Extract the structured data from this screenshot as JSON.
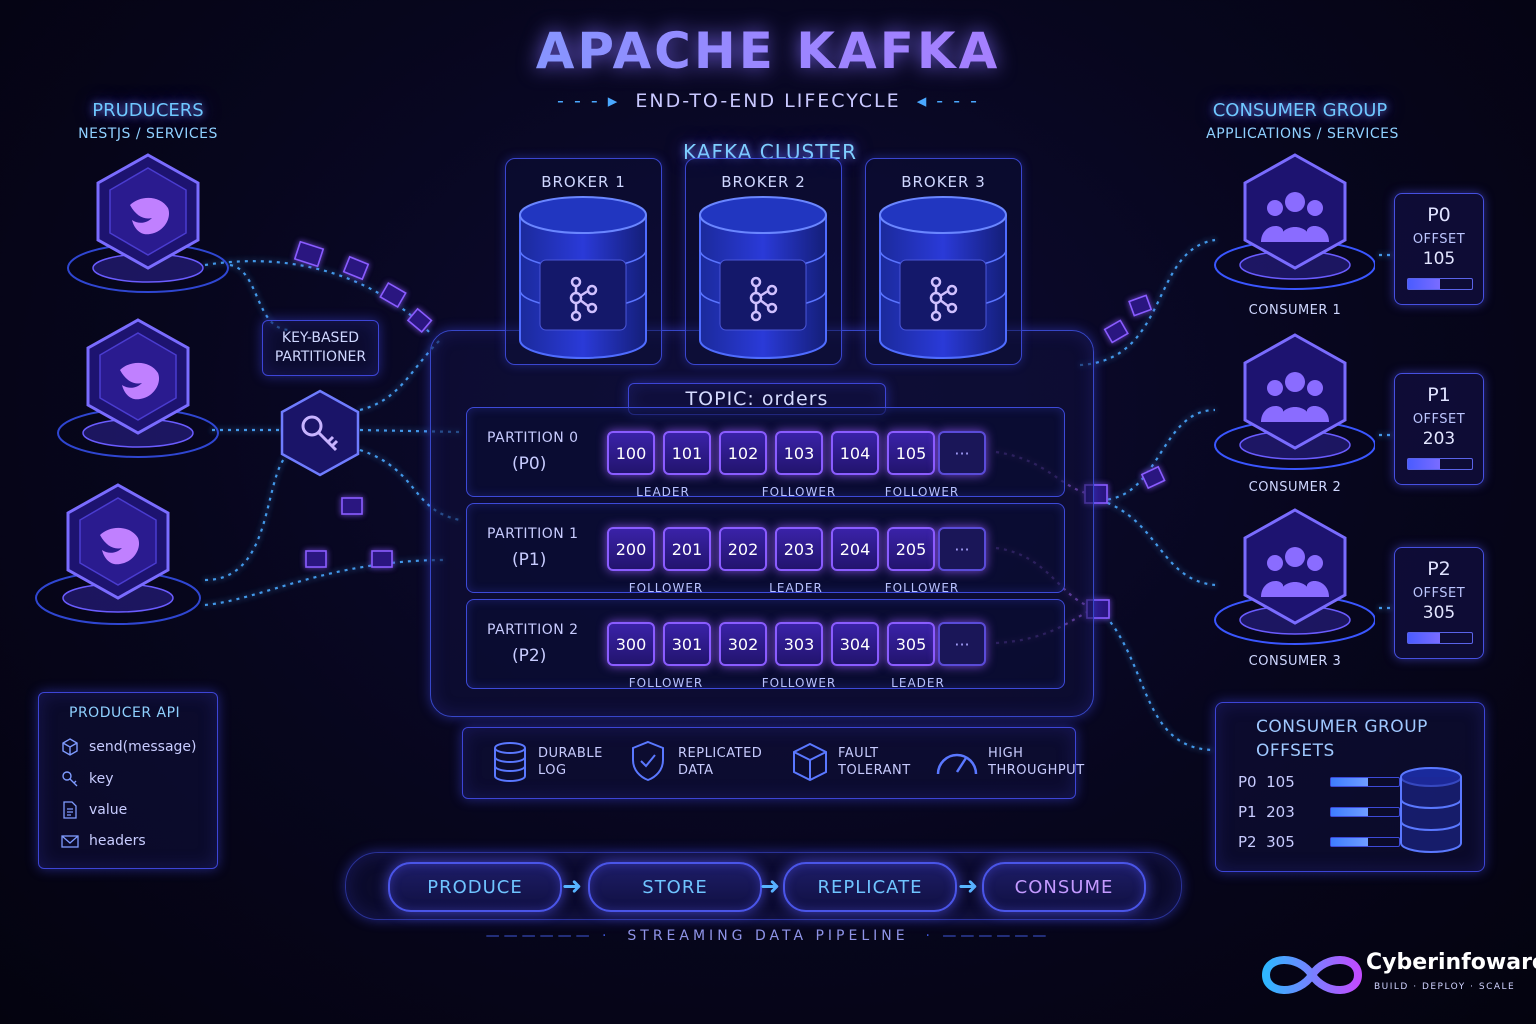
{
  "header": {
    "title": "APACHE KAFKA",
    "subtitle": "END-TO-END LIFECYCLE"
  },
  "producers": {
    "title": "PRUDUCERS",
    "subtitle": "NESTJS / SERVICES",
    "partitioner_label_1": "KEY-BASED",
    "partitioner_label_2": "PARTITIONER"
  },
  "producer_api": {
    "title": "PRODUCER API",
    "items": [
      {
        "icon": "cube-icon",
        "label": "send(message)"
      },
      {
        "icon": "key-icon",
        "label": "key"
      },
      {
        "icon": "document-icon",
        "label": "value"
      },
      {
        "icon": "envelope-icon",
        "label": "headers"
      }
    ]
  },
  "cluster": {
    "title": "KAFKA CLUSTER",
    "brokers": [
      "BROKER 1",
      "BROKER 2",
      "BROKER 3"
    ],
    "topic": "TOPIC: orders",
    "partitions": [
      {
        "name": "PARTITION 0",
        "id": "(P0)",
        "messages": [
          "100",
          "101",
          "102",
          "103",
          "104",
          "105",
          "···"
        ],
        "roles": [
          "LEADER",
          "FOLLOWER",
          "FOLLOWER"
        ]
      },
      {
        "name": "PARTITION 1",
        "id": "(P1)",
        "messages": [
          "200",
          "201",
          "202",
          "203",
          "204",
          "205",
          "···"
        ],
        "roles": [
          "FOLLOWER",
          "LEADER",
          "FOLLOWER"
        ]
      },
      {
        "name": "PARTITION 2",
        "id": "(P2)",
        "messages": [
          "300",
          "301",
          "302",
          "303",
          "304",
          "305",
          "···"
        ],
        "roles": [
          "FOLLOWER",
          "FOLLOWER",
          "LEADER"
        ]
      }
    ],
    "features": [
      {
        "icon": "database-icon",
        "line1": "DURABLE",
        "line2": "LOG"
      },
      {
        "icon": "shield-check-icon",
        "line1": "REPLICATED",
        "line2": "DATA"
      },
      {
        "icon": "cube-icon",
        "line1": "FAULT",
        "line2": "TOLERANT"
      },
      {
        "icon": "gauge-icon",
        "line1": "HIGH",
        "line2": "THROUGHPUT"
      }
    ]
  },
  "consumers": {
    "title": "CONSUMER GROUP",
    "subtitle": "APPLICATIONS / SERVICES",
    "items": [
      {
        "label": "CONSUMER 1",
        "partition": "P0",
        "offset_label": "OFFSET",
        "offset": "105",
        "progress": 0.5
      },
      {
        "label": "CONSUMER 2",
        "partition": "P1",
        "offset_label": "OFFSET",
        "offset": "203",
        "progress": 0.5
      },
      {
        "label": "CONSUMER 3",
        "partition": "P2",
        "offset_label": "OFFSET",
        "offset": "305",
        "progress": 0.5
      }
    ]
  },
  "group_offsets": {
    "title_1": "CONSUMER GROUP",
    "title_2": "OFFSETS",
    "rows": [
      {
        "partition": "P0",
        "offset": "105",
        "progress": 0.55
      },
      {
        "partition": "P1",
        "offset": "203",
        "progress": 0.55
      },
      {
        "partition": "P2",
        "offset": "305",
        "progress": 0.55
      }
    ]
  },
  "pipeline": {
    "steps": [
      "PRODUCE",
      "STORE",
      "REPLICATE",
      "CONSUME"
    ],
    "caption": "STREAMING DATA PIPELINE"
  },
  "brand": {
    "name": "Cyberinfoware",
    "tagline": "BUILD · DEPLOY · SCALE"
  },
  "colors": {
    "accent_blue": "#4aa8ff",
    "accent_purple": "#8a5cff",
    "background": "#07061d"
  }
}
